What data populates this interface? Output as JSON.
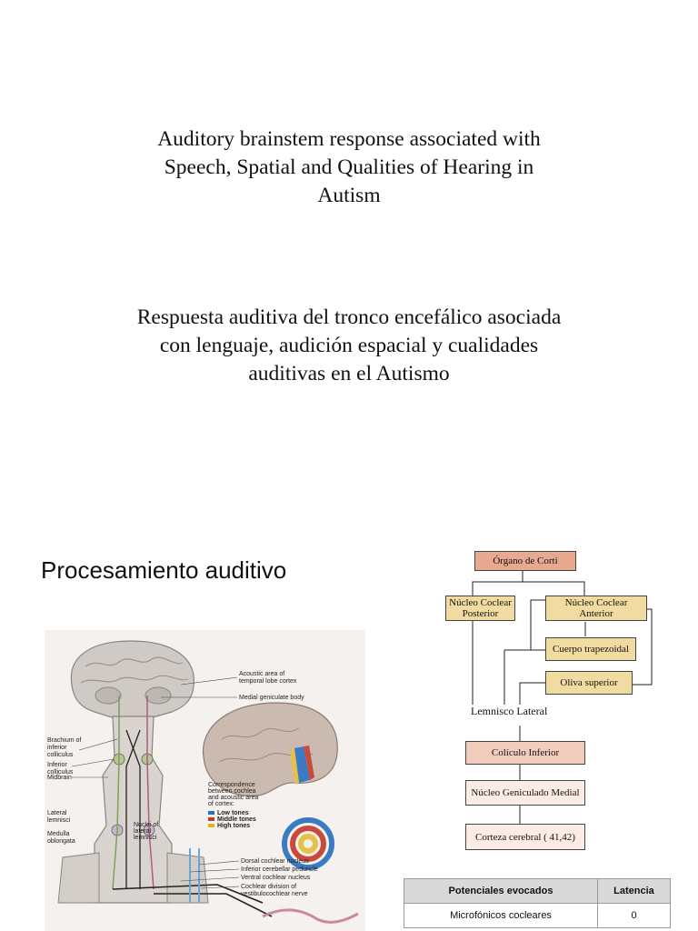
{
  "title_en": {
    "lines": [
      "Auditory brainstem response associated with",
      "Speech, Spatial and Qualities of Hearing in",
      "Autism"
    ]
  },
  "title_es": {
    "lines": [
      "Respuesta auditiva del tronco encefálico asociada",
      "con lenguaje, audición espacial y cualidades",
      "auditivas en el Autismo"
    ]
  },
  "section": {
    "title": "Procesamiento auditivo"
  },
  "anatomy": {
    "labels": {
      "acoustic_area": [
        "Acoustic area of",
        "temporal lobe cortex"
      ],
      "medial_geniculate": "Medial geniculate body",
      "brachium": [
        "Brachium of",
        "inferior",
        "colliculus"
      ],
      "inferior_colliculus": [
        "Inferior",
        "colliculus"
      ],
      "midbrain": "Midbrain",
      "correspondence": [
        "Correspondence",
        "between cochlea",
        "and acoustic area",
        "of cortex:"
      ],
      "low_tones": "Low tones",
      "middle_tones": "Middle tones",
      "high_tones": "High tones",
      "lateral_lemniscus": [
        "Lateral",
        "lemnisci"
      ],
      "nuclei_lateral": [
        "Nuclei of",
        "lateral",
        "lemnisci"
      ],
      "medulla": [
        "Medulla",
        "oblongata"
      ],
      "dorsal_cochlear": "Dorsal cochlear nucleus",
      "inf_cerebellar": "Inferior cerebellar peduncle",
      "ventral_cochlear": "Ventral cochlear nucleus",
      "cochlear_division": [
        "Cochlear division of",
        "vestibulocochlear nerve"
      ]
    },
    "colors": {
      "low": "#2f6fb5",
      "middle": "#c0392b",
      "high": "#e0b12a"
    }
  },
  "flowchart": {
    "organo": "Órgano de Corti",
    "posterior": [
      "Núcleo Coclear",
      "Posterior"
    ],
    "anterior": [
      "Núcleo Coclear",
      "Anterior"
    ],
    "trapezoidal": "Cuerpo trapezoidal",
    "oliva": "Oliva superior",
    "lemnisco": "Lemnisco Lateral",
    "coliculo": "Colículo Inferior",
    "geniculado": "Núcleo Geniculado Medial",
    "corteza": "Corteza cerebral  ( 41,42)"
  },
  "table": {
    "headers": [
      "Potenciales evocados",
      "Latencia"
    ],
    "rows": [
      [
        "Microfónicos cocleares",
        "0"
      ]
    ]
  }
}
